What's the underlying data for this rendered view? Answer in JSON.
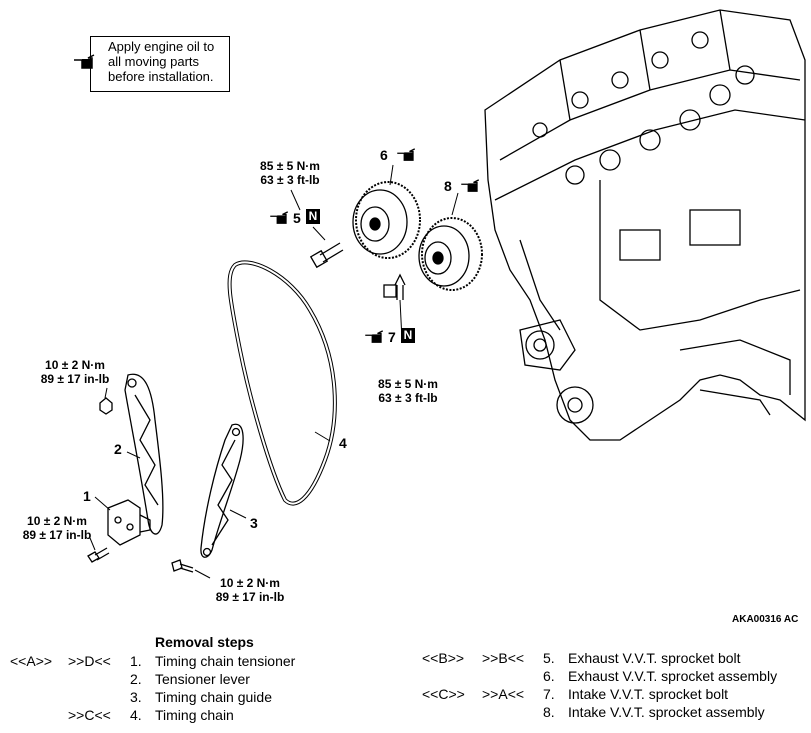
{
  "note": {
    "text": "Apply engine oil to\nall moving parts\nbefore installation.",
    "icon": "oil-can-icon"
  },
  "torque_specs": {
    "exhaust_bolt": "85 ± 5 N·m\n63 ± 3 ft-lb",
    "intake_bolt": "85 ± 5 N·m\n63 ± 3 ft-lb",
    "tensioner_lever_bolt": "10 ± 2 N·m\n89 ± 17 in-lb",
    "tensioner_bolt": "10 ± 2 N·m\n89 ± 17 in-lb",
    "guide_bolt": "10 ± 2 N·m\n89 ± 17 in-lb"
  },
  "callouts": {
    "c1": "1",
    "c2": "2",
    "c3": "3",
    "c4": "4",
    "c5": "5",
    "c6": "6",
    "c7": "7",
    "c8": "8",
    "n_mark": "N"
  },
  "doc_code": "AKA00316 AC",
  "removal_steps": {
    "title": "Removal steps",
    "left": [
      {
        "install_ref": "<<A>>",
        "remove_ref": ">>D<<",
        "num": "1.",
        "label": "Timing chain tensioner"
      },
      {
        "install_ref": "",
        "remove_ref": "",
        "num": "2.",
        "label": "Tensioner lever"
      },
      {
        "install_ref": "",
        "remove_ref": "",
        "num": "3.",
        "label": "Timing chain guide"
      },
      {
        "install_ref": "",
        "remove_ref": ">>C<<",
        "num": "4.",
        "label": "Timing chain"
      }
    ],
    "right": [
      {
        "install_ref": "<<B>>",
        "remove_ref": ">>B<<",
        "num": "5.",
        "label": "Exhaust V.V.T. sprocket bolt"
      },
      {
        "install_ref": "",
        "remove_ref": "",
        "num": "6.",
        "label": "Exhaust V.V.T. sprocket assembly"
      },
      {
        "install_ref": "<<C>>",
        "remove_ref": ">>A<<",
        "num": "7.",
        "label": "Intake V.V.T. sprocket bolt"
      },
      {
        "install_ref": "",
        "remove_ref": "",
        "num": "8.",
        "label": "Intake V.V.T. sprocket assembly"
      }
    ]
  }
}
